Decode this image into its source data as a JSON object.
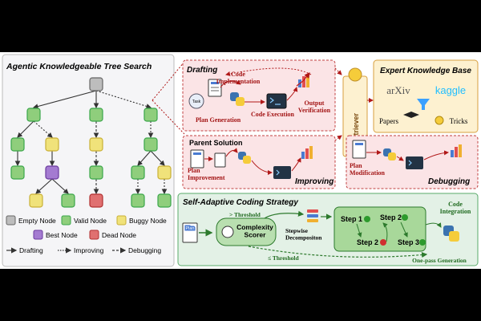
{
  "tree_search": {
    "title": "Agentic Knowledgeable Tree Search",
    "legend": {
      "empty_node": "Empty Node",
      "valid_node": "Valid Node",
      "buggy_node": "Buggy Node",
      "best_node": "Best Node",
      "dead_node": "Dead Node",
      "drafting": "Drafting",
      "improving": "Improving",
      "debugging": "Debugging"
    }
  },
  "drafting": {
    "title": "Drafting",
    "code_implementation": "Code\nImplementation",
    "output_verification": "Output\nVerification",
    "plan_generation": "Plan Generation",
    "code_execution": "Code Execution",
    "task_label": "Task"
  },
  "improving": {
    "parent_solution": "Parent Solution",
    "plan_improvement": "Plan\nImprovement",
    "title": "Improving"
  },
  "retriever": {
    "label": "Retriever"
  },
  "knowledge_base": {
    "title": "Expert Knowledge Base",
    "arxiv": "arXiv",
    "kaggle": "kaggle",
    "papers": "Papers",
    "tricks": "Tricks"
  },
  "debugging": {
    "plan_modification": "Plan\nModification",
    "title": "Debugging"
  },
  "coding_strategy": {
    "title": "Self-Adaptive Coding Strategy",
    "plan_label": "Plan",
    "complexity_scorer": "Complexity\nScorer",
    "threshold_gt": "> Threshold",
    "threshold_le": "≤ Threshold",
    "stepwise": "Stepwise\nDecompositon",
    "step1": "Step 1",
    "step2a": "Step 2",
    "step2b": "Step 2",
    "step3": "Step 3",
    "code_integration": "Code\nIntegration",
    "one_pass": "One-pass Generation"
  },
  "colors": {
    "valid": "#3aa64a",
    "buggy": "#d9c240",
    "best": "#7b3fb0",
    "dead": "#c03535",
    "empty": "#8a8a8a",
    "pink_panel": "#fbe4e6",
    "kb_panel": "#fdf1d0",
    "green_panel": "#e3f1e6",
    "dark_red": "#a31515"
  }
}
